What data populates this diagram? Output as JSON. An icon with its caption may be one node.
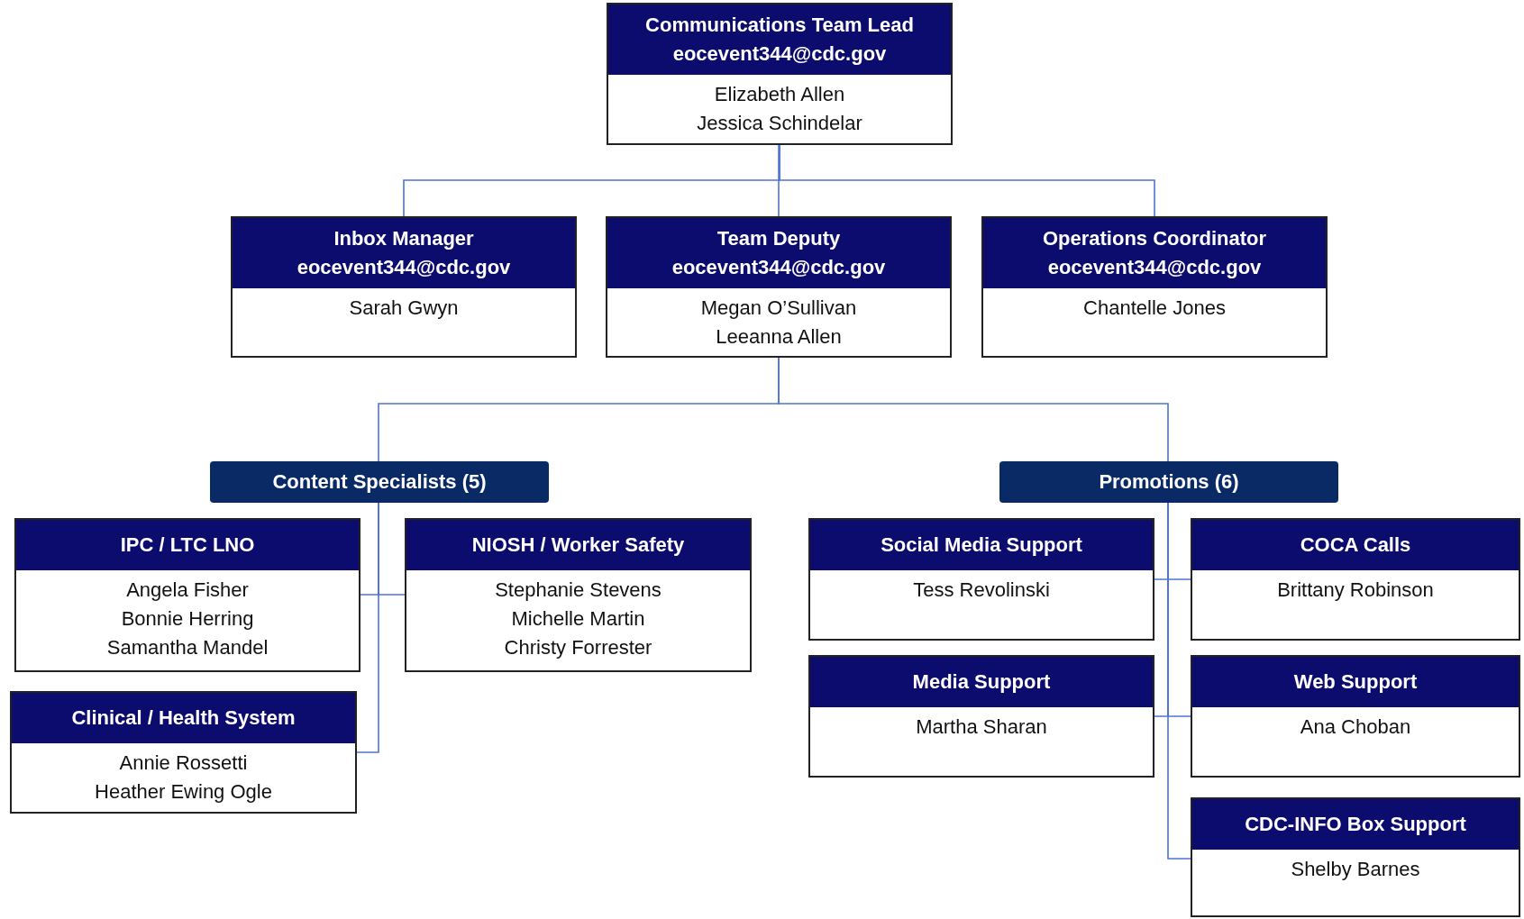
{
  "diagram": {
    "nodes": [
      {
        "text": [
          "Communications Team Lead",
          "eocevent344@cdc.gov",
          "Elizabeth Allen",
          "Jessica Schindelar"
        ]
      },
      {
        "text": [
          "Inbox Manager",
          "eocevent344@cdc.gov",
          "Sarah Gwyn"
        ]
      },
      {
        "text": [
          "Team Deputy",
          "eocevent344@cdc.gov",
          "Megan O’Sullivan",
          "Leeanna Allen"
        ]
      },
      {
        "text": [
          "Operations Coordinator",
          "eocevent344@cdc.gov",
          "Chantelle Jones"
        ]
      },
      {
        "text": [
          "Content Specialists (5)"
        ]
      },
      {
        "text": [
          "Promotions (6)"
        ]
      },
      {
        "text": [
          "IPC / LTC LNO",
          "Angela Fisher",
          "Bonnie Herring",
          "Samantha Mandel"
        ]
      },
      {
        "text": [
          "NIOSH / Worker Safety",
          "Stephanie Stevens",
          "Michelle Martin",
          "Christy Forrester"
        ]
      },
      {
        "text": [
          "Clinical / Health System",
          "Annie Rossetti",
          "Heather Ewing Ogle"
        ]
      },
      {
        "text": [
          "Social Media Support",
          "Tess Revolinski"
        ]
      },
      {
        "text": [
          "COCA Calls",
          "Brittany Robinson"
        ]
      },
      {
        "text": [
          "Media Support",
          "Martha Sharan"
        ]
      },
      {
        "text": [
          "Web Support",
          "Ana Choban"
        ]
      },
      {
        "text": [
          "CDC-INFO Box Support",
          "Shelby Barnes"
        ]
      }
    ],
    "edges": [
      {
        "from": 0,
        "to": 1,
        "arrow": "none"
      },
      {
        "from": 0,
        "to": 2,
        "arrow": "none"
      },
      {
        "from": 0,
        "to": 3,
        "arrow": "none"
      },
      {
        "from": 2,
        "to": 4,
        "arrow": "none"
      },
      {
        "from": 2,
        "to": 5,
        "arrow": "none"
      },
      {
        "from": 4,
        "to": 6,
        "arrow": "none"
      },
      {
        "from": 4,
        "to": 7,
        "arrow": "none"
      },
      {
        "from": 4,
        "to": 8,
        "arrow": "none"
      },
      {
        "from": 5,
        "to": 9,
        "arrow": "none"
      },
      {
        "from": 5,
        "to": 10,
        "arrow": "none"
      },
      {
        "from": 5,
        "to": 11,
        "arrow": "none"
      },
      {
        "from": 5,
        "to": 12,
        "arrow": "none"
      },
      {
        "from": 5,
        "to": 13,
        "arrow": "none"
      }
    ]
  }
}
